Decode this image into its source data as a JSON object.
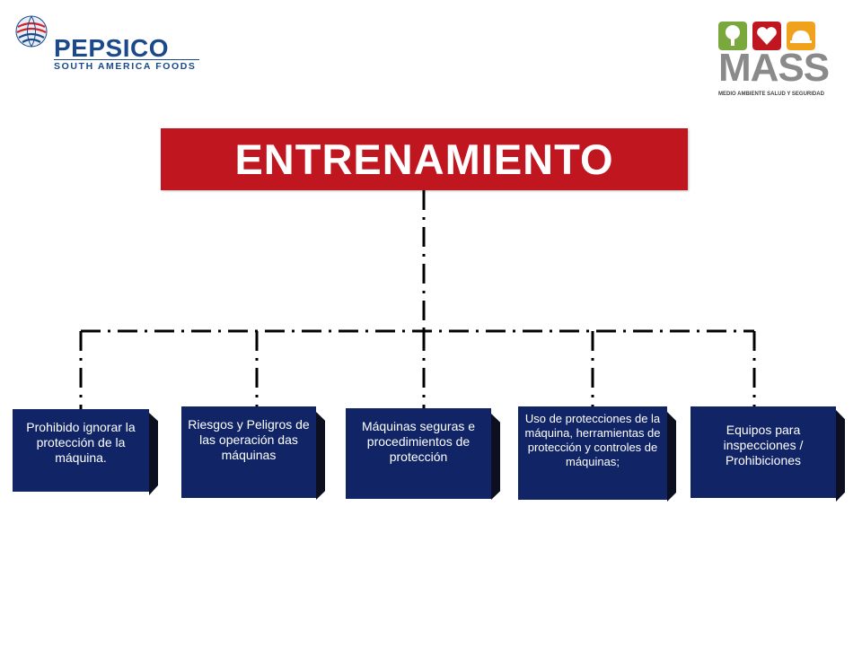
{
  "logos": {
    "left": {
      "name": "PEPSICO",
      "subtitle": "SOUTH AMERICA FOODS"
    },
    "right": {
      "name": "MASS",
      "subtitle": "MEDIO AMBIENTE SALUD Y SEGURIDAD",
      "icons": [
        "tree-icon",
        "heart-icon",
        "hardhat-icon"
      ],
      "icon_colors": [
        "#7aa83c",
        "#c0161f",
        "#f0a21c"
      ]
    }
  },
  "title": "ENTRENAMIENTO",
  "colors": {
    "title_bg": "#c0161f",
    "box_bg": "#102466",
    "box_side": "#0b0f1f",
    "connector": "#000000"
  },
  "boxes": [
    {
      "text": "Prohibido ignorar la protección de la máquina."
    },
    {
      "text": "Riesgos y Peligros de las operación das máquinas"
    },
    {
      "text": "Máquinas seguras e procedimientos de protección"
    },
    {
      "text": "Uso de protecciones de la máquina, herramientas de protección y controles de máquinas;"
    },
    {
      "text": "Equipos para inspecciones / Prohibiciones"
    }
  ]
}
